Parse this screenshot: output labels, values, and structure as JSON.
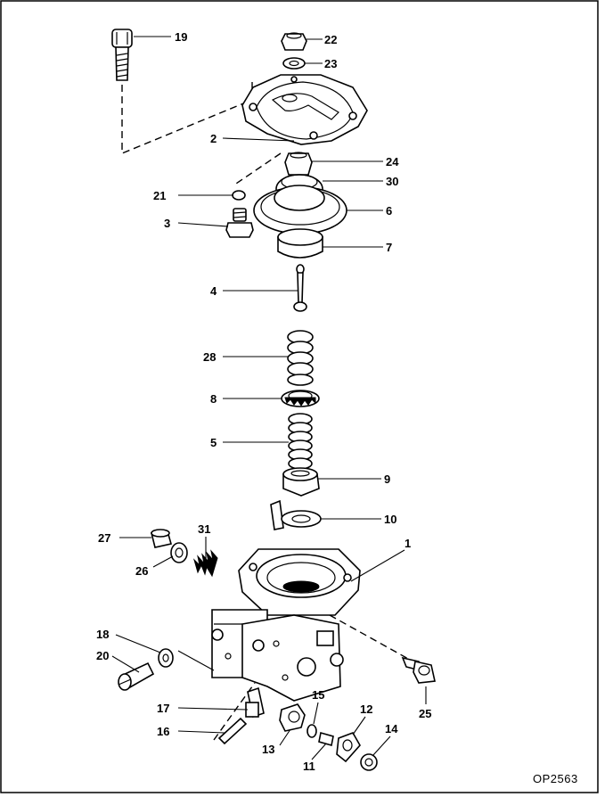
{
  "diagram": {
    "drawing_code": "OP2563",
    "callouts": [
      {
        "id": "c19",
        "label": "19"
      },
      {
        "id": "c22",
        "label": "22"
      },
      {
        "id": "c23",
        "label": "23"
      },
      {
        "id": "c2",
        "label": "2"
      },
      {
        "id": "c24",
        "label": "24"
      },
      {
        "id": "c30",
        "label": "30"
      },
      {
        "id": "c21",
        "label": "21"
      },
      {
        "id": "c6",
        "label": "6"
      },
      {
        "id": "c3",
        "label": "3"
      },
      {
        "id": "c7",
        "label": "7"
      },
      {
        "id": "c4",
        "label": "4"
      },
      {
        "id": "c28",
        "label": "28"
      },
      {
        "id": "c8",
        "label": "8"
      },
      {
        "id": "c5",
        "label": "5"
      },
      {
        "id": "c9",
        "label": "9"
      },
      {
        "id": "c10",
        "label": "10"
      },
      {
        "id": "c27",
        "label": "27"
      },
      {
        "id": "c31",
        "label": "31"
      },
      {
        "id": "c1",
        "label": "1"
      },
      {
        "id": "c26",
        "label": "26"
      },
      {
        "id": "c18",
        "label": "18"
      },
      {
        "id": "c20",
        "label": "20"
      },
      {
        "id": "c25",
        "label": "25"
      },
      {
        "id": "c15",
        "label": "15"
      },
      {
        "id": "c12",
        "label": "12"
      },
      {
        "id": "c17",
        "label": "17"
      },
      {
        "id": "c14",
        "label": "14"
      },
      {
        "id": "c16",
        "label": "16"
      },
      {
        "id": "c13",
        "label": "13"
      },
      {
        "id": "c11",
        "label": "11"
      }
    ]
  }
}
